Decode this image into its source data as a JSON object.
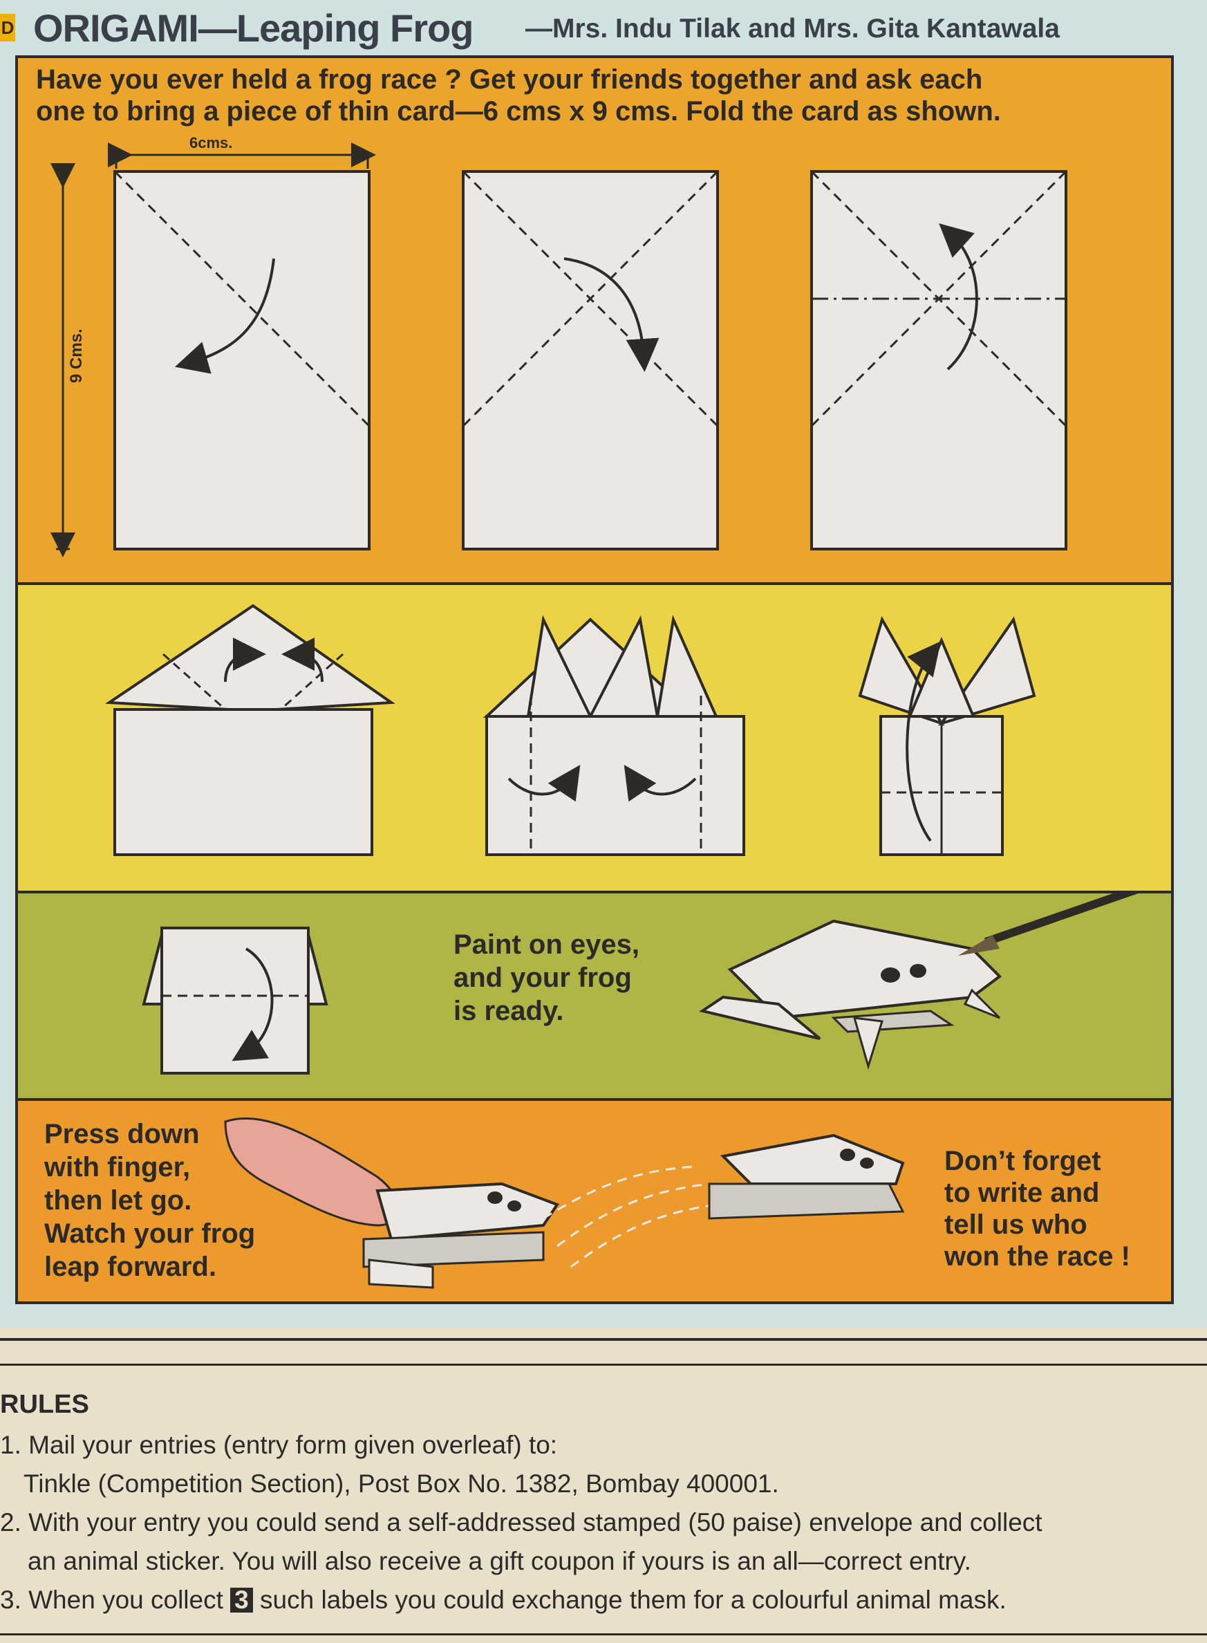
{
  "header": {
    "tag": "D",
    "title": "ORIGAMI—Leaping Frog",
    "authors": "—Mrs. Indu Tilak and Mrs. Gita Kantawala"
  },
  "intro": {
    "line1": "Have you ever held a frog race ? Get your friends together and ask each",
    "line2": "one to bring a piece of thin card—6 cms x 9 cms. Fold the card as shown."
  },
  "dimensions": {
    "width_label": "6cms.",
    "height_label": "9 Cms."
  },
  "steps": {
    "paint": [
      "Paint on eyes,",
      "and your frog",
      "is ready."
    ],
    "press": [
      "Press down",
      "with finger,",
      "then let go.",
      "Watch your frog",
      "leap forward."
    ],
    "remind": [
      "Don’t forget",
      "to write and",
      "tell us who",
      "won the race !"
    ]
  },
  "rules": {
    "heading": "RULES",
    "r1_line1": "1. Mail your entries (entry form given overleaf) to:",
    "r1_line2": "Tinkle (Competition Section), Post Box No. 1382, Bombay 400001.",
    "r2_line1": "2. With your entry you could send a self-addressed stamped (50 paise) envelope and collect",
    "r2_line2": "an animal sticker. You will also receive a gift coupon if yours is an all—correct entry.",
    "r3_pre": "3. When you collect",
    "r3_num": "3",
    "r3_post": "such labels you could exchange them for a colourful animal mask."
  },
  "colors": {
    "band_orange": "#eca52c",
    "band_yellow": "#ecd245",
    "band_green": "#afb645",
    "band_orange2": "#ec9a2c",
    "paper": "#ebe8e4",
    "ink": "#2e2a26",
    "border_blue": "#cfe2e0"
  }
}
